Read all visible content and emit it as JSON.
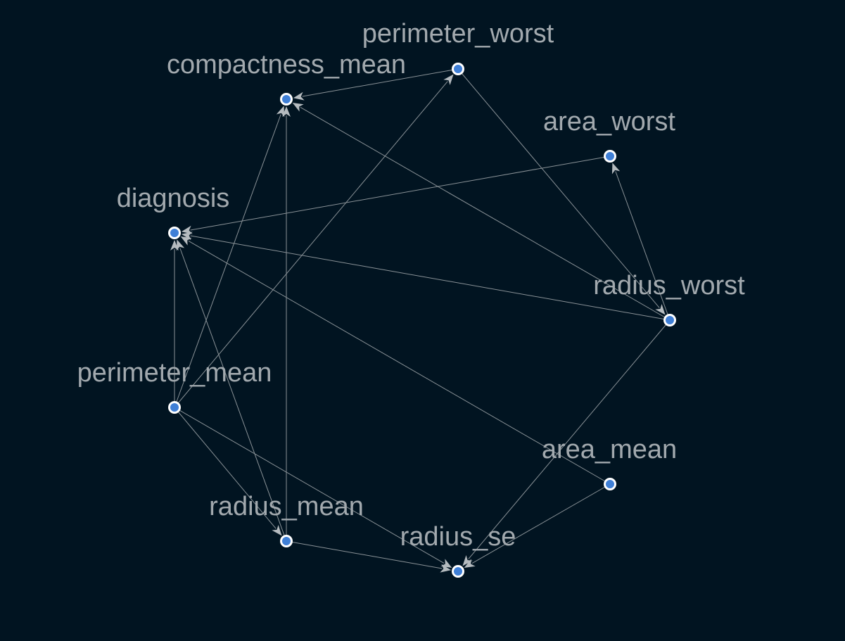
{
  "colors": {
    "background": "#011421",
    "edge": "#8a9297",
    "arrowhead": "#b5bbbf",
    "label": "#a2a9ae",
    "node_fill": "#3f7fd6",
    "node_ring": "#ffffff"
  },
  "nodes": [
    {
      "id": "perimeter_worst",
      "label": "perimeter_worst"
    },
    {
      "id": "compactness_mean",
      "label": "compactness_mean"
    },
    {
      "id": "area_worst",
      "label": "area_worst"
    },
    {
      "id": "diagnosis",
      "label": "diagnosis"
    },
    {
      "id": "radius_worst",
      "label": "radius_worst"
    },
    {
      "id": "perimeter_mean",
      "label": "perimeter_mean"
    },
    {
      "id": "area_mean",
      "label": "area_mean"
    },
    {
      "id": "radius_mean",
      "label": "radius_mean"
    },
    {
      "id": "radius_se",
      "label": "radius_se"
    }
  ],
  "edges": [
    {
      "from": "perimeter_worst",
      "to": "compactness_mean"
    },
    {
      "from": "perimeter_worst",
      "to": "radius_worst"
    },
    {
      "from": "radius_worst",
      "to": "compactness_mean"
    },
    {
      "from": "radius_worst",
      "to": "area_worst"
    },
    {
      "from": "radius_worst",
      "to": "diagnosis"
    },
    {
      "from": "radius_worst",
      "to": "radius_se"
    },
    {
      "from": "area_worst",
      "to": "diagnosis"
    },
    {
      "from": "area_mean",
      "to": "diagnosis"
    },
    {
      "from": "area_mean",
      "to": "radius_se"
    },
    {
      "from": "perimeter_mean",
      "to": "diagnosis"
    },
    {
      "from": "perimeter_mean",
      "to": "compactness_mean"
    },
    {
      "from": "perimeter_mean",
      "to": "perimeter_worst"
    },
    {
      "from": "perimeter_mean",
      "to": "radius_mean"
    },
    {
      "from": "perimeter_mean",
      "to": "radius_se"
    },
    {
      "from": "radius_mean",
      "to": "compactness_mean"
    },
    {
      "from": "radius_mean",
      "to": "diagnosis"
    },
    {
      "from": "radius_mean",
      "to": "radius_se"
    }
  ]
}
